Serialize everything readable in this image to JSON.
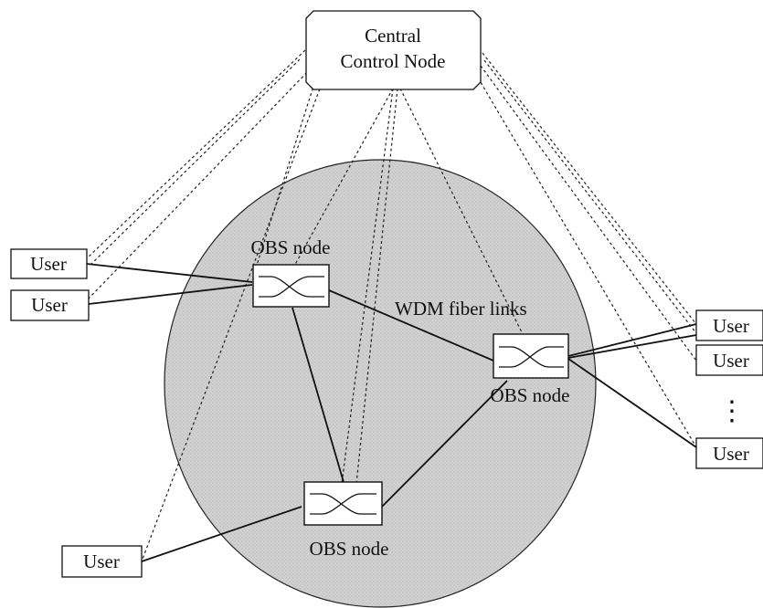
{
  "control_node": {
    "label_line1": "Central",
    "label_line2": "Control Node"
  },
  "obs_nodes": [
    {
      "label": "OBS node"
    },
    {
      "label": "OBS node"
    },
    {
      "label": "OBS node"
    }
  ],
  "link_label": "WDM fiber links",
  "users": [
    {
      "label": "User"
    },
    {
      "label": "User"
    },
    {
      "label": "User"
    },
    {
      "label": "User"
    },
    {
      "label": "User"
    },
    {
      "label": "User"
    }
  ],
  "ellipsis": "⋮",
  "colors": {
    "network_fill": "#c9c9c9",
    "stroke": "#111111",
    "background": "#ffffff"
  }
}
